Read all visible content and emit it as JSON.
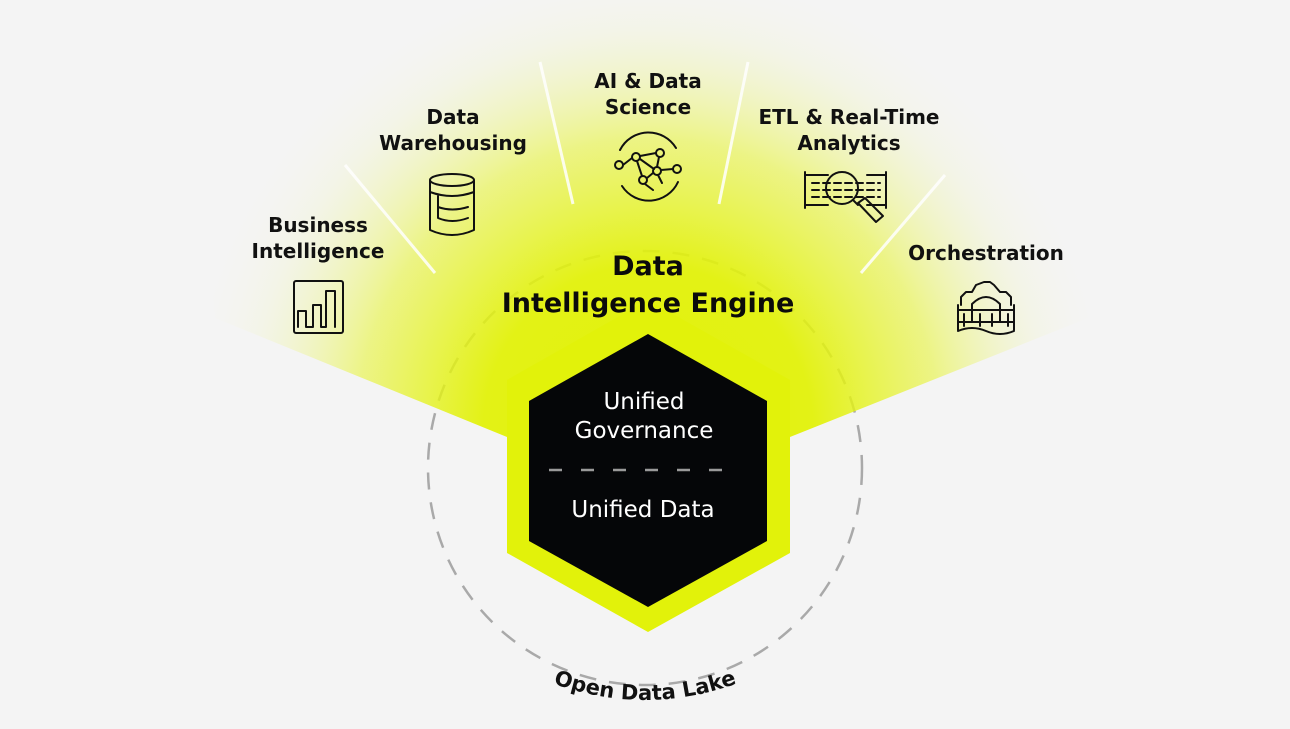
{
  "colors": {
    "accent": "#e2f20a",
    "background": "#f4f4f4",
    "hexagon": "#050608",
    "ink": "#111111"
  },
  "categories": [
    {
      "label": "Business Intelligence",
      "line1": "Business",
      "line2": "Intelligence",
      "icon": "bar-chart-icon"
    },
    {
      "label": "Data Warehousing",
      "line1": "Data",
      "line2": "Warehousing",
      "icon": "database-icon"
    },
    {
      "label": "AI & Data Science",
      "line1": "AI & Data",
      "line2": "Science",
      "icon": "network-icon"
    },
    {
      "label": "ETL & Real-Time Analytics",
      "line1": "ETL & Real-Time",
      "line2": "Analytics",
      "icon": "magnifier-data-icon"
    },
    {
      "label": "Orchestration",
      "line1": "Orchestration",
      "icon": "gear-bridge-icon"
    }
  ],
  "engine": {
    "line1": "Data",
    "line2": "Intelligence Engine"
  },
  "core": {
    "governance_line1": "Unified",
    "governance_line2": "Governance",
    "data": "Unified Data"
  },
  "foundation": {
    "label": "Open Data Lake"
  }
}
